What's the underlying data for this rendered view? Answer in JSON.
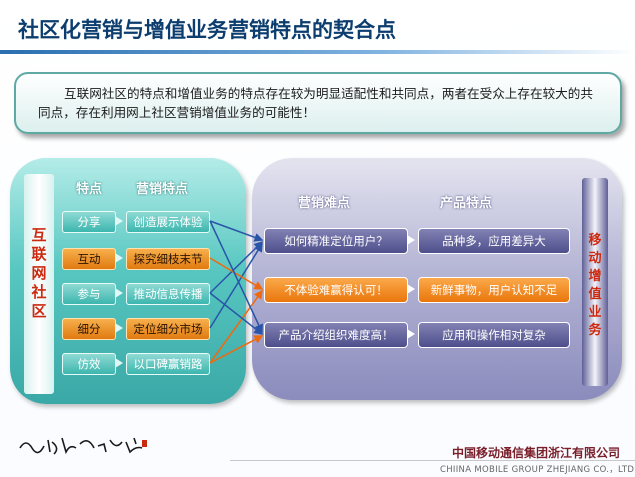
{
  "title": "社区化营销与增值业务营销特点的契合点",
  "intro": "互联网社区的特点和增值业务的特点存在较为明显适配性和共同点，两者在受众上存在较大的共同点，存在利用网上社区营销增值业务的可能性！",
  "left": {
    "vertical_label": [
      "互",
      "联",
      "网",
      "社",
      "区"
    ],
    "header_features": "特点",
    "header_marketing": "营销特点",
    "rows": [
      {
        "feature": "分享",
        "marketing": "创造展示体验",
        "highlight": false
      },
      {
        "feature": "互动",
        "marketing": "探究细枝末节",
        "highlight": true
      },
      {
        "feature": "参与",
        "marketing": "推动信息传播",
        "highlight": false
      },
      {
        "feature": "细分",
        "marketing": "定位细分市场",
        "highlight": true
      },
      {
        "feature": "仿效",
        "marketing": "以口碑赢销路",
        "highlight": false
      }
    ]
  },
  "right": {
    "vertical_label": [
      "移",
      "动",
      "增",
      "值",
      "业",
      "务"
    ],
    "header_difficulties": "营销难点",
    "header_product": "产品特点",
    "rows": [
      {
        "difficulty": "如何精准定位用户？",
        "product": "品种多，应用差异大",
        "highlight": false
      },
      {
        "difficulty": "不体验难赢得认可！",
        "product": "新鲜事物，用户认知不足",
        "highlight": true
      },
      {
        "difficulty": "产品介绍组织难度高！",
        "product": "应用和操作相对复杂",
        "highlight": false
      }
    ]
  },
  "colors": {
    "arrow_blue": "#2a54a8",
    "arrow_orange": "#ee6a10",
    "accent_red": "#cc2a10"
  },
  "footer": {
    "calligraphy": "五德厚生 路子美美",
    "company_cn": "中国移动通信集团浙江有限公司",
    "company_en": "CHIINA MOBILE GROUP ZHEJIANG CO.，LTD"
  }
}
